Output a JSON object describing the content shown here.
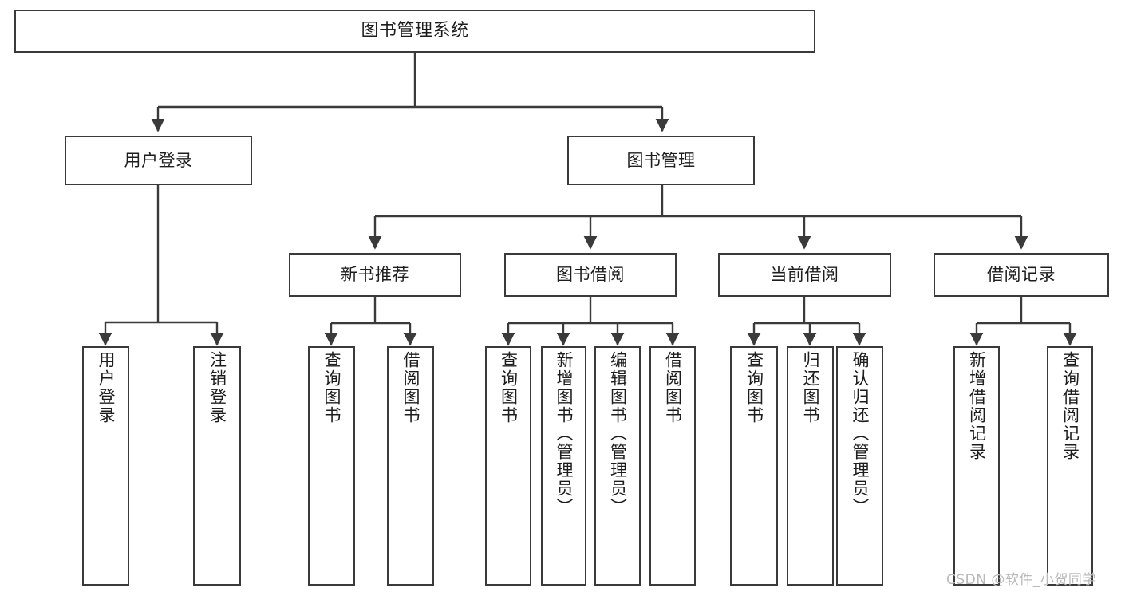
{
  "diagram": {
    "type": "tree-flowchart",
    "title_node": {
      "id": "root",
      "label": "图书管理系统"
    },
    "level1": [
      {
        "id": "user-login",
        "label": "用户登录"
      },
      {
        "id": "book-manage",
        "label": "图书管理"
      }
    ],
    "level2": [
      {
        "id": "new-book-recommend",
        "label": "新书推荐",
        "parent": "book-manage"
      },
      {
        "id": "book-borrow",
        "label": "图书借阅",
        "parent": "book-manage"
      },
      {
        "id": "current-borrow",
        "label": "当前借阅",
        "parent": "book-manage"
      },
      {
        "id": "borrow-record",
        "label": "借阅记录",
        "parent": "book-manage"
      }
    ],
    "leaves": {
      "user_login": [
        {
          "id": "leaf-user-login",
          "label": "用户登录"
        },
        {
          "id": "leaf-user-logout",
          "label": "注销登录"
        }
      ],
      "new_book_recommend": [
        {
          "id": "leaf-query-book-1",
          "label": "查询图书"
        },
        {
          "id": "leaf-borrow-book-1",
          "label": "借阅图书"
        }
      ],
      "book_borrow": [
        {
          "id": "leaf-query-book-2",
          "label": "查询图书"
        },
        {
          "id": "leaf-add-book",
          "label": "新增图书（管理员）"
        },
        {
          "id": "leaf-edit-book",
          "label": "编辑图书（管理员）"
        },
        {
          "id": "leaf-borrow-book-2",
          "label": "借阅图书"
        }
      ],
      "current_borrow": [
        {
          "id": "leaf-query-book-3",
          "label": "查询图书"
        },
        {
          "id": "leaf-return-book",
          "label": "归还图书"
        },
        {
          "id": "leaf-confirm-return",
          "label": "确认归还（管理员）"
        }
      ],
      "borrow_record": [
        {
          "id": "leaf-add-record",
          "label": "新增借阅记录"
        },
        {
          "id": "leaf-query-record",
          "label": "查询借阅记录"
        }
      ]
    },
    "colors": {
      "stroke": "#3a3a3a",
      "fill": "#ffffff",
      "text": "#1d1d1d",
      "watermark": "#b9b9b9"
    }
  },
  "watermark": {
    "text": "CSDN @软件_小贺同学"
  }
}
